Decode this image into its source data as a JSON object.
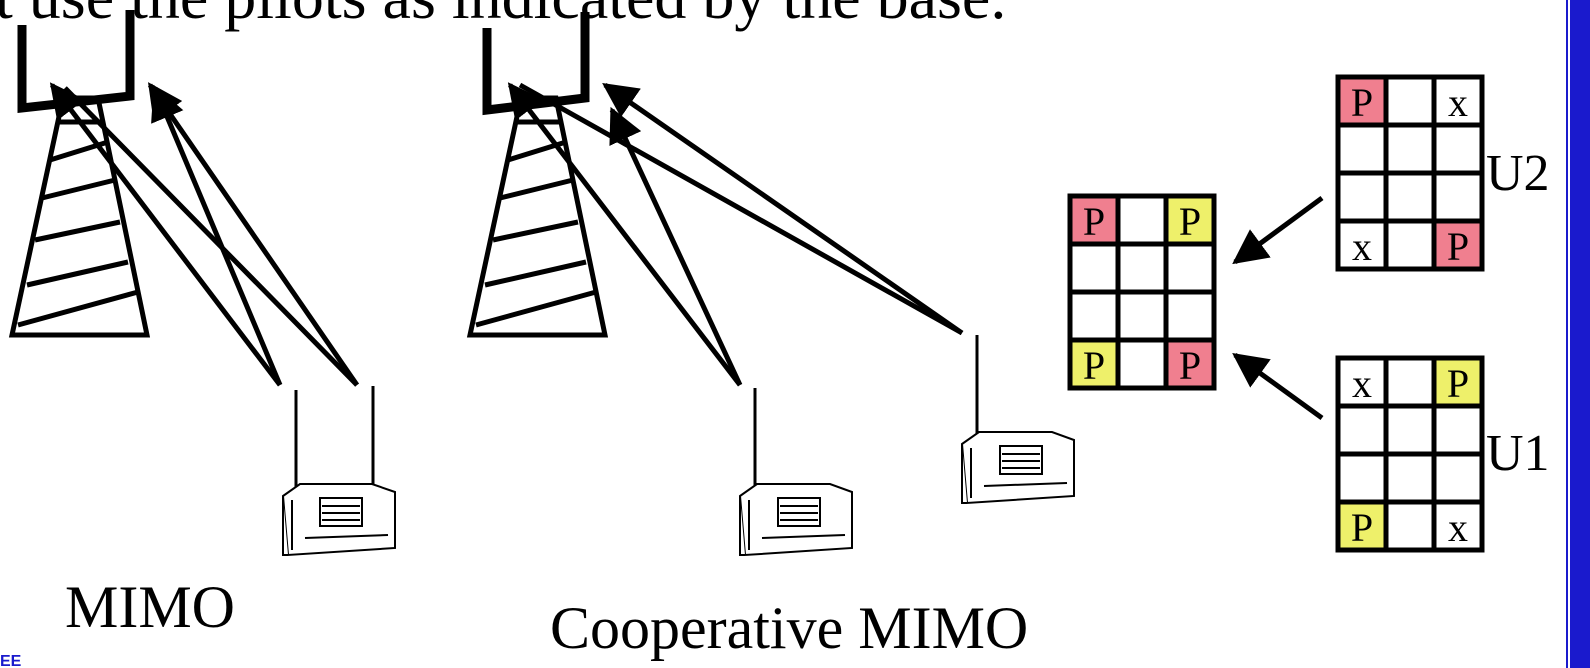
{
  "slide": {
    "top_text": "t use the pilots as indicated by the base.",
    "mimo_label": "MIMO",
    "coop_label": "Cooperative MIMO",
    "logo_text": "EE",
    "accent_color": "#1a1acd"
  },
  "grids": {
    "combined": {
      "cells": [
        [
          "P",
          "",
          "P"
        ],
        [
          "",
          "",
          ""
        ],
        [
          "",
          "",
          ""
        ],
        [
          "P",
          "",
          "P"
        ]
      ],
      "colors": [
        [
          "#f07f8f",
          "",
          "#eef06a"
        ],
        [
          "",
          "",
          ""
        ],
        [
          "",
          "",
          ""
        ],
        [
          "#eef06a",
          "",
          "#f07f8f"
        ]
      ]
    },
    "u2": {
      "label": "U2",
      "cells": [
        [
          "P",
          "",
          "x"
        ],
        [
          "",
          "",
          ""
        ],
        [
          "",
          "",
          ""
        ],
        [
          "x",
          "",
          "P"
        ]
      ],
      "colors": [
        [
          "#f07f8f",
          "",
          ""
        ],
        [
          "",
          "",
          ""
        ],
        [
          "",
          "",
          ""
        ],
        [
          "",
          "",
          "#f07f8f"
        ]
      ]
    },
    "u1": {
      "label": "U1",
      "cells": [
        [
          "x",
          "",
          "P"
        ],
        [
          "",
          "",
          ""
        ],
        [
          "",
          "",
          ""
        ],
        [
          "P",
          "",
          "x"
        ]
      ],
      "colors": [
        [
          "",
          "",
          "#eef06a"
        ],
        [
          "",
          "",
          ""
        ],
        [
          "",
          "",
          ""
        ],
        [
          "#eef06a",
          "",
          ""
        ]
      ]
    }
  }
}
